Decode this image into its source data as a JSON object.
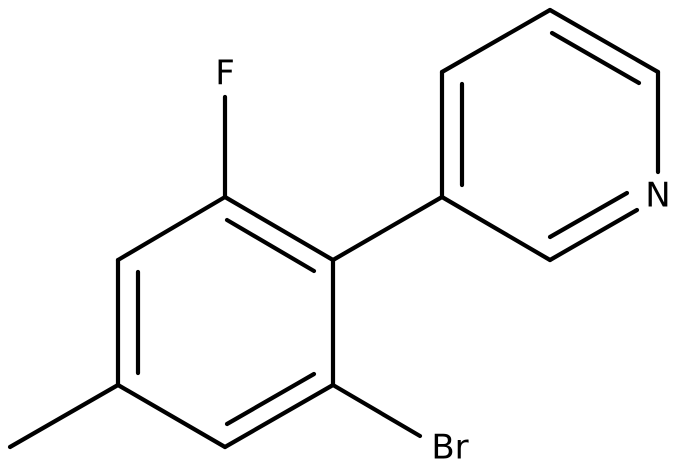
{
  "molecule": {
    "atoms": [
      {
        "id": "F",
        "label": "F"
      },
      {
        "id": "N",
        "label": "N"
      },
      {
        "id": "Br",
        "label": "Br"
      }
    ]
  },
  "colors": {
    "bond": "#000000",
    "label": "#000000",
    "background": "#ffffff"
  }
}
